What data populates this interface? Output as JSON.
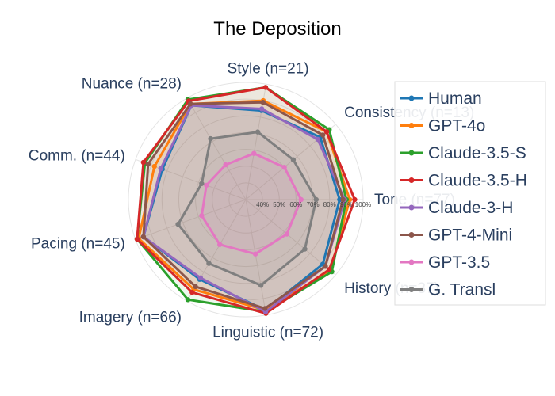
{
  "chart_data": {
    "type": "radar",
    "title": "The Deposition",
    "axes": [
      "Tone (n=77)",
      "Consistency (n=13)",
      "Style (n=21)",
      "Nuance (n=28)",
      "Comm. (n=44)",
      "Pacing (n=45)",
      "Imagery (n=66)",
      "Linguistic (n=72)",
      "History (n=37)"
    ],
    "radial_ticks": [
      "40%",
      "50%",
      "60%",
      "70%",
      "80%",
      "90%",
      "100%"
    ],
    "radial_range": [
      30,
      100
    ],
    "legend_position": "right",
    "series": [
      {
        "name": "Human",
        "color": "#1f77b4",
        "values": [
          86,
          88,
          84,
          95,
          83,
          95,
          85,
          97,
          90
        ]
      },
      {
        "name": "GPT-4o",
        "color": "#ff7f0e",
        "values": [
          92,
          93,
          90,
          96,
          88,
          98,
          92,
          97,
          96
        ]
      },
      {
        "name": "Claude-3.5-S",
        "color": "#2ca02c",
        "values": [
          90,
          95,
          98,
          99,
          94,
          99,
          99,
          98,
          97
        ]
      },
      {
        "name": "Claude-3.5-H",
        "color": "#d62728",
        "values": [
          95,
          93,
          98,
          98,
          95,
          99,
          94,
          99,
          95
        ]
      },
      {
        "name": "Claude-3-H",
        "color": "#9467bd",
        "values": [
          89,
          86,
          85,
          95,
          84,
          95,
          84,
          98,
          92
        ]
      },
      {
        "name": "GPT-4-Mini",
        "color": "#8c564b",
        "values": [
          88,
          90,
          89,
          96,
          92,
          95,
          90,
          96,
          92
        ]
      },
      {
        "name": "GPT-3.5",
        "color": "#e377c2",
        "values": [
          63,
          60,
          58,
          54,
          55,
          58,
          61,
          63,
          62
        ]
      },
      {
        "name": "G. Transl",
        "color": "#7f7f7f",
        "values": [
          72,
          67,
          71,
          72,
          58,
          73,
          74,
          82,
          76
        ]
      }
    ]
  }
}
